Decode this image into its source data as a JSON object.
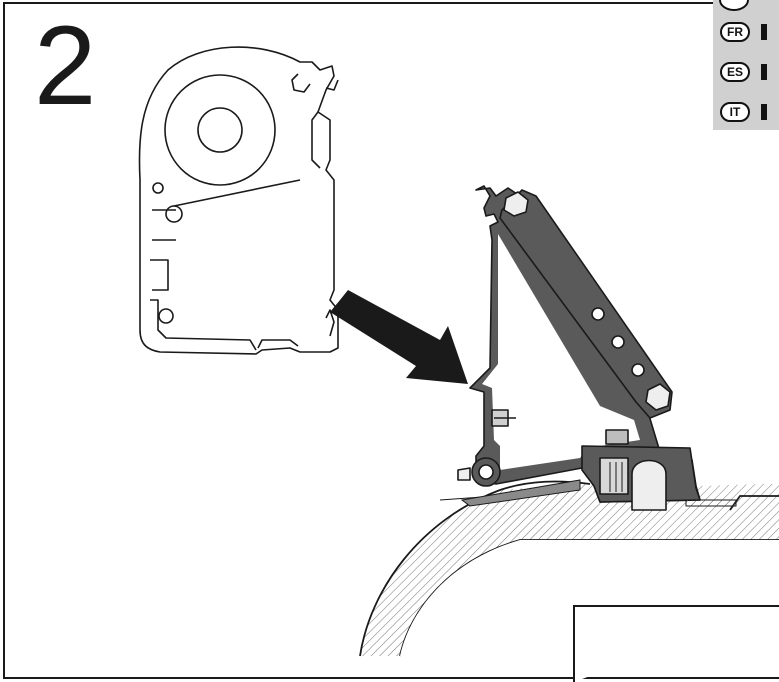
{
  "step": {
    "number": "2"
  },
  "languages": [
    {
      "code": "FR"
    },
    {
      "code": "ES"
    },
    {
      "code": "IT"
    }
  ],
  "icons": [
    "awning-profile-icon",
    "mounting-bracket-icon",
    "arrow-icon",
    "vehicle-roof-icon"
  ],
  "colors": {
    "metal": "#555555",
    "outline": "#1a1a1a",
    "panel": "#d0d0d0"
  }
}
